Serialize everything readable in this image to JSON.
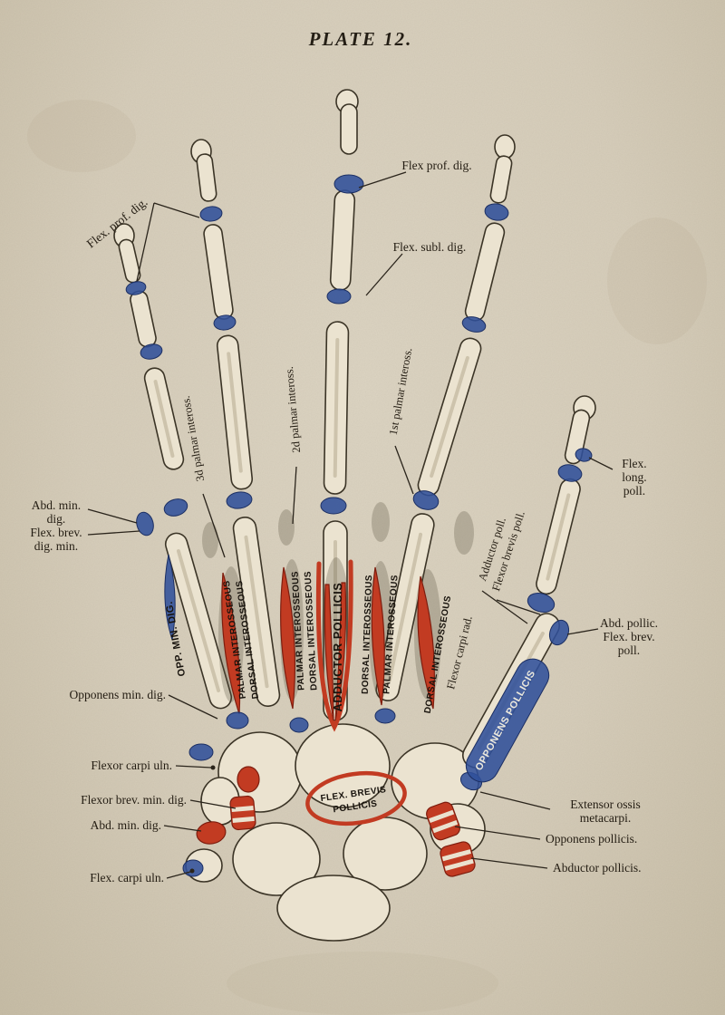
{
  "plate": {
    "title": "PLATE 12."
  },
  "palette": {
    "paper": "#d7ceba",
    "ink": "#2a241b",
    "bone_fill": "#ebe3d0",
    "muscle_red": "#c23b22",
    "attachment_blue": "#30509a"
  },
  "labels": {
    "flex_prof_dig_left": "Flex. prof. dig.",
    "flex_prof_dig_right": "Flex prof. dig.",
    "flex_subl_dig": "Flex. subl. dig.",
    "third_palmar_inteross": "3d palmar inteross.",
    "second_palmar_inteross": "2d palmar inteross.",
    "first_palmar_inteross": "1st palmar inteross.",
    "abd_min_block_1": "Abd. min.",
    "abd_min_block_2": "dig.",
    "abd_min_block_3": "Flex. brev.",
    "abd_min_block_4": "dig. min.",
    "flex_long_block_1": "Flex.",
    "flex_long_block_2": "long.",
    "flex_long_block_3": "poll.",
    "opp_min_dig": "OPP. MIN. DIG.",
    "palmar_interosseous": "PALMAR INTEROSSEOUS",
    "dorsal_interosseous": "DORSAL INTEROSSEOUS",
    "adductor_pollicis": "ADDUCTOR POLLICIS",
    "flexor_carpi_rad": "Flexor carpi rad.",
    "adductor_poll": "Adductor poll.",
    "flexor_brevis_poll": "Flexor brevis poll.",
    "abd_pollic_block_1": "Abd. pollic.",
    "abd_pollic_block_2": "Flex. brev.",
    "abd_pollic_block_3": "poll.",
    "opponens_min_dig": "Opponens min. dig.",
    "flexor_carpi_uln": "Flexor carpi uln.",
    "flexor_brev_min_dig": "Flexor brev. min. dig.",
    "abd_min_dig": "Abd. min. dig.",
    "flex_carpi_uln": "Flex. carpi uln.",
    "opponens_pollicis_bone": "OPPONENS POLLICIS",
    "flex_brevis_pollicis_1": "FLEX. BREVIS",
    "flex_brevis_pollicis_2": "POLLICIS",
    "extensor_ossis_1": "Extensor ossis",
    "extensor_ossis_2": "metacarpi.",
    "opponens_pollicis": "Opponens pollicis.",
    "abductor_pollicis": "Abductor pollicis."
  }
}
